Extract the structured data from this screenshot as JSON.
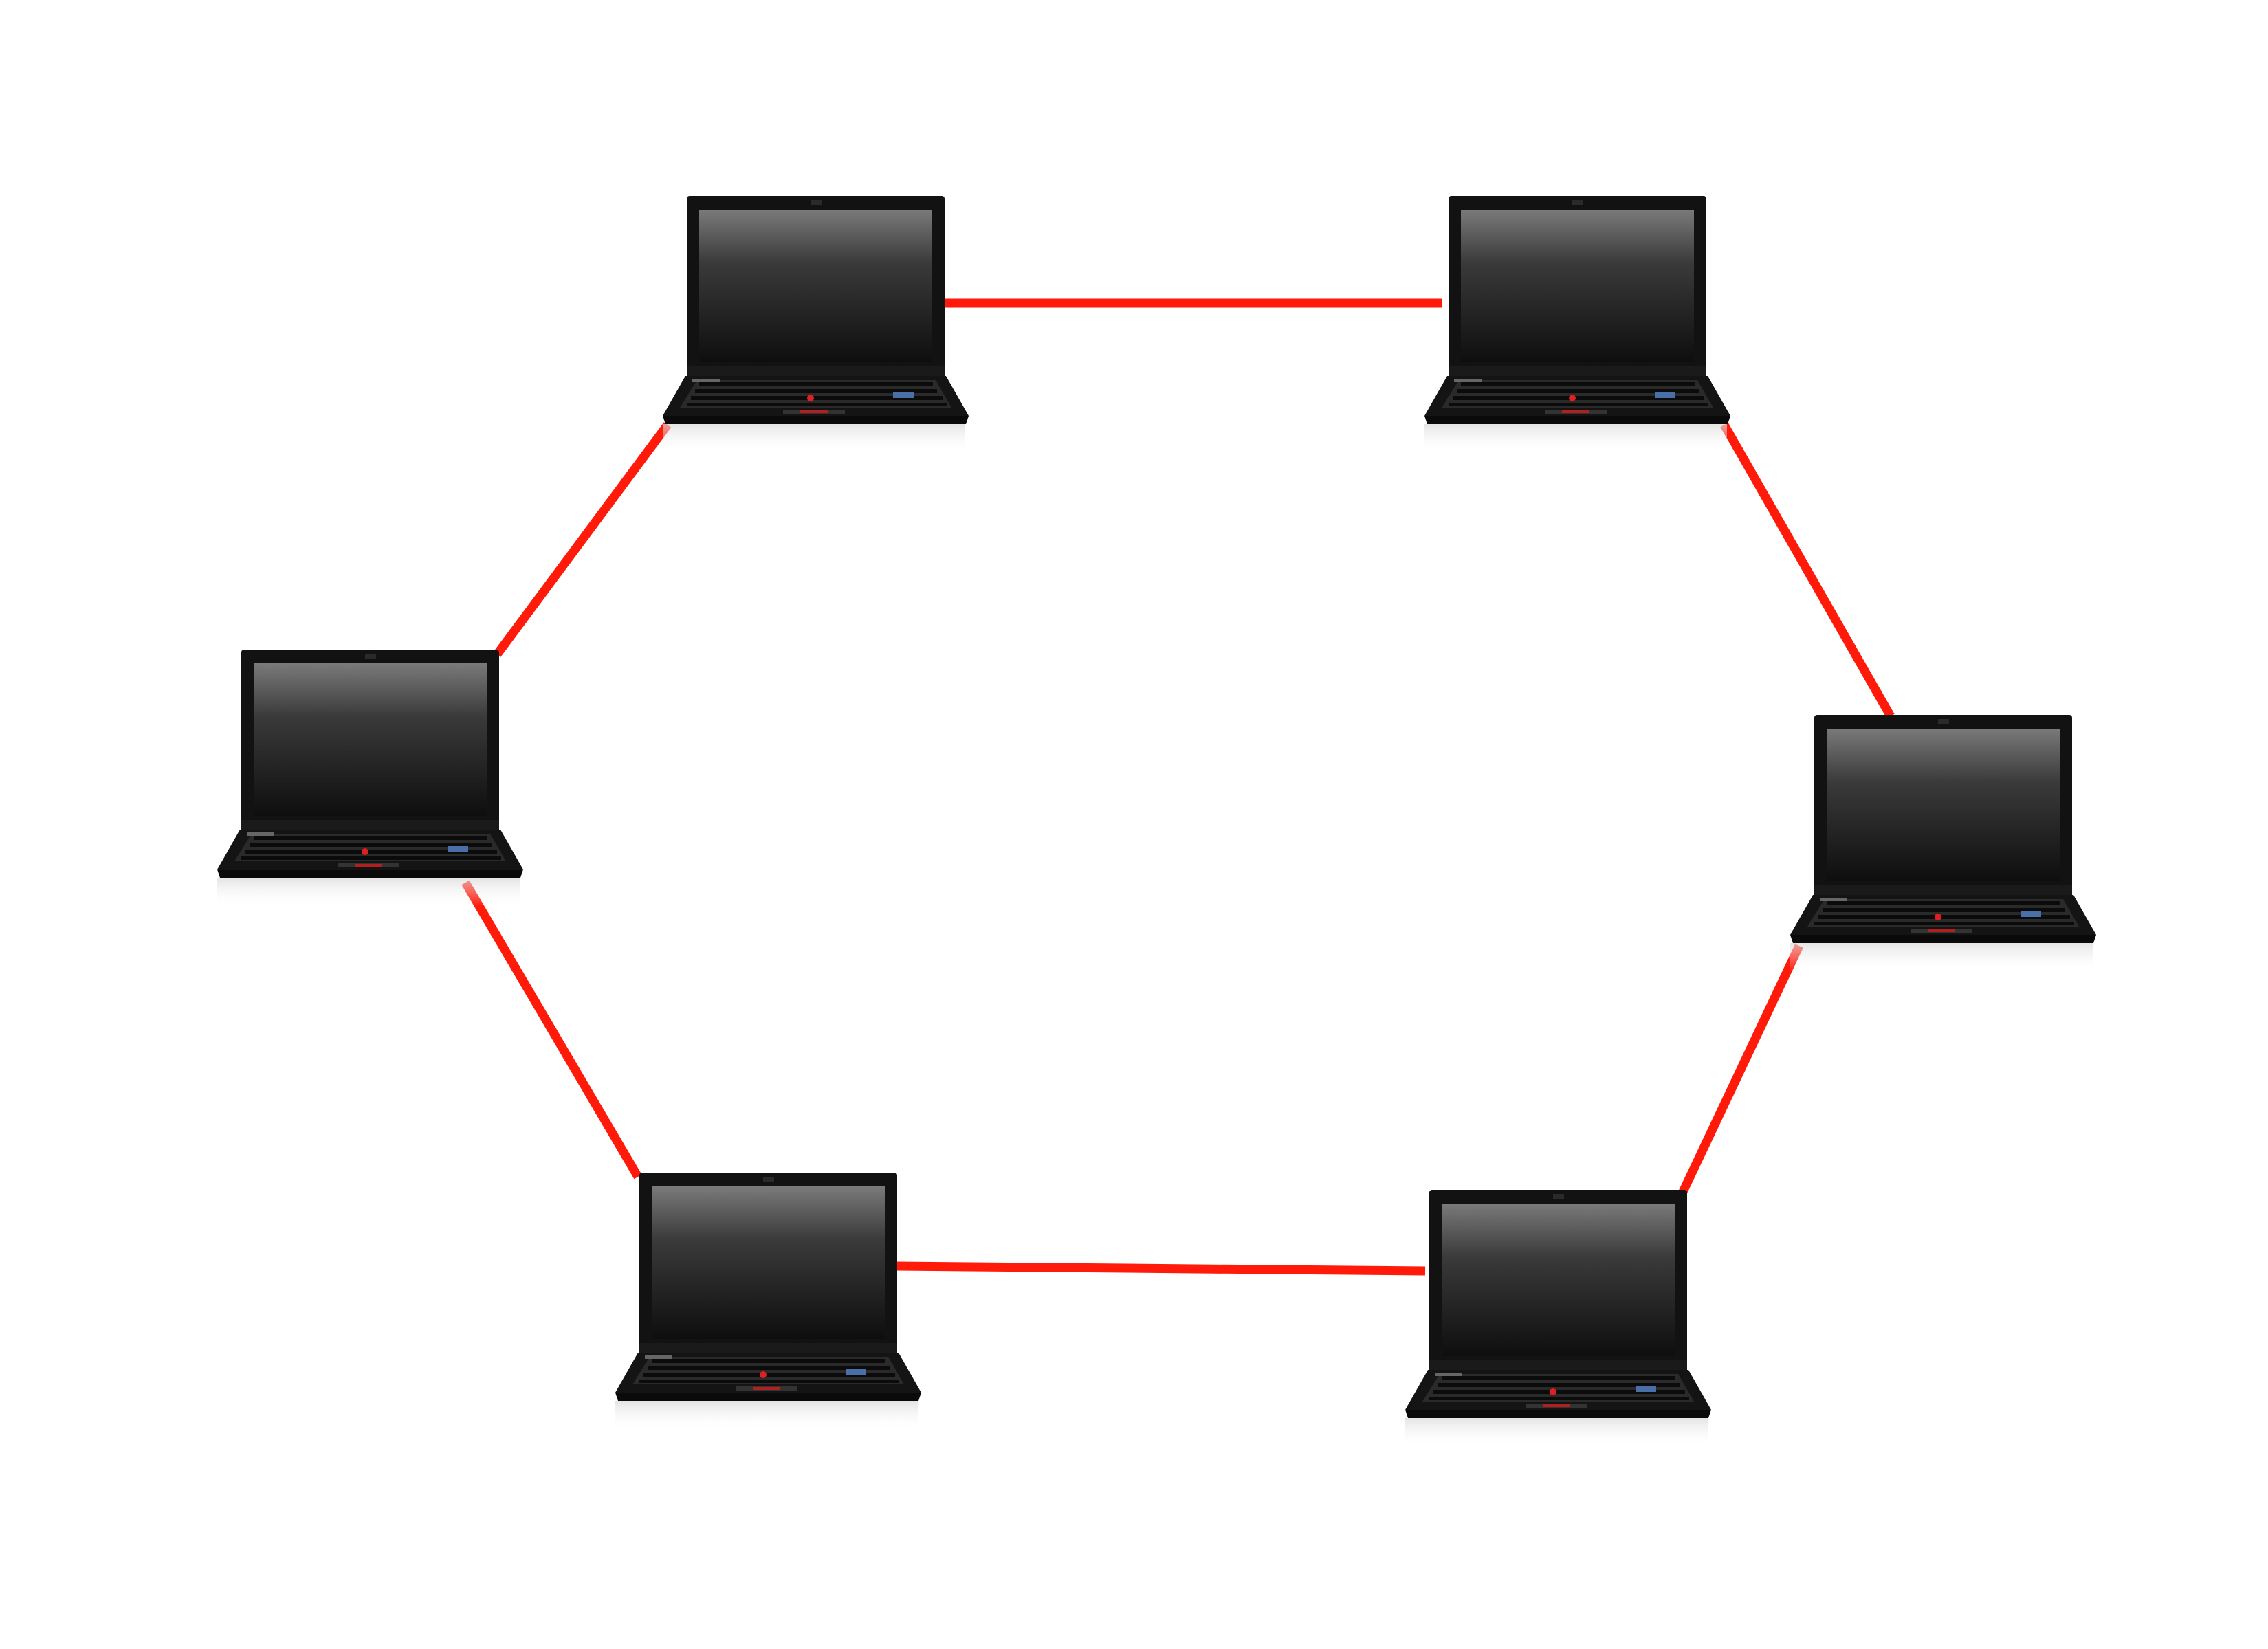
{
  "diagram": {
    "type": "ring-network-topology",
    "node_icon": "laptop-icon",
    "colors": {
      "link": "#ff1a0a",
      "background": "#ffffff",
      "laptop_body": "#111111",
      "screen": "#1a1a1a"
    },
    "nodes": [
      {
        "id": "top-left",
        "icon": "laptop-icon"
      },
      {
        "id": "top-right",
        "icon": "laptop-icon"
      },
      {
        "id": "middle-right",
        "icon": "laptop-icon"
      },
      {
        "id": "bottom-right",
        "icon": "laptop-icon"
      },
      {
        "id": "bottom-left",
        "icon": "laptop-icon"
      },
      {
        "id": "middle-left",
        "icon": "laptop-icon"
      }
    ],
    "links": [
      {
        "from": "top-left",
        "to": "top-right"
      },
      {
        "from": "top-right",
        "to": "middle-right"
      },
      {
        "from": "middle-right",
        "to": "bottom-right"
      },
      {
        "from": "bottom-right",
        "to": "bottom-left"
      },
      {
        "from": "bottom-left",
        "to": "middle-left"
      },
      {
        "from": "middle-left",
        "to": "top-left"
      }
    ]
  }
}
